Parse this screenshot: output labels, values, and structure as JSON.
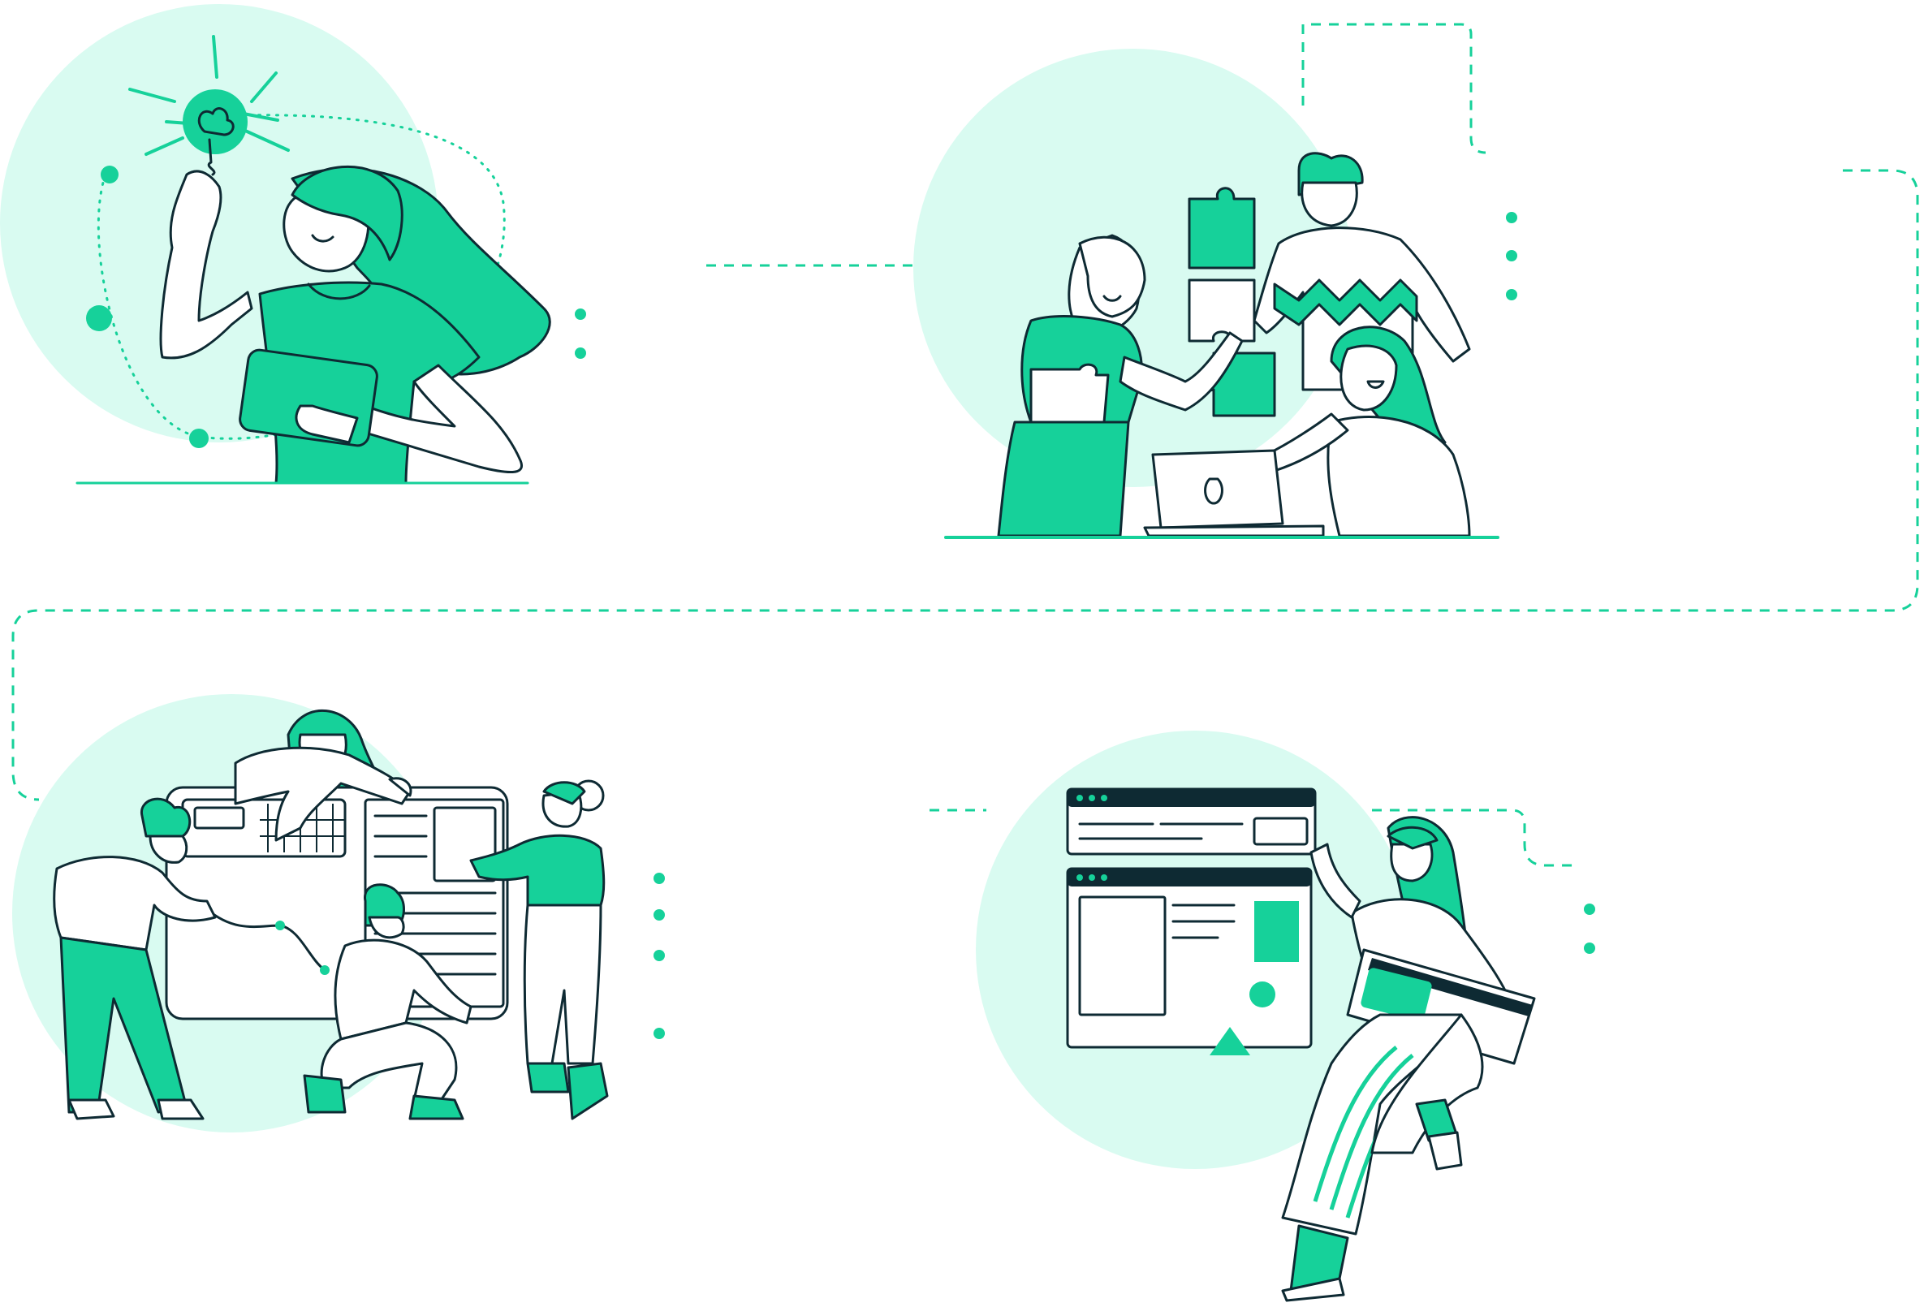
{
  "colors": {
    "accent": "#16d19a",
    "pale": "#d9fbf1",
    "ink": "#0e2a33",
    "background": "#ffffff"
  },
  "scenes": [
    {
      "id": "idea",
      "icons": [
        "lightbulb-icon",
        "tablet-icon"
      ]
    },
    {
      "id": "teamwork",
      "icons": [
        "puzzle-piece-icon",
        "laptop-icon"
      ]
    },
    {
      "id": "planning",
      "icons": [
        "dashboard-board-icon",
        "chart-line-icon"
      ]
    },
    {
      "id": "launch",
      "icons": [
        "browser-window-icon",
        "credit-card-icon"
      ]
    }
  ]
}
